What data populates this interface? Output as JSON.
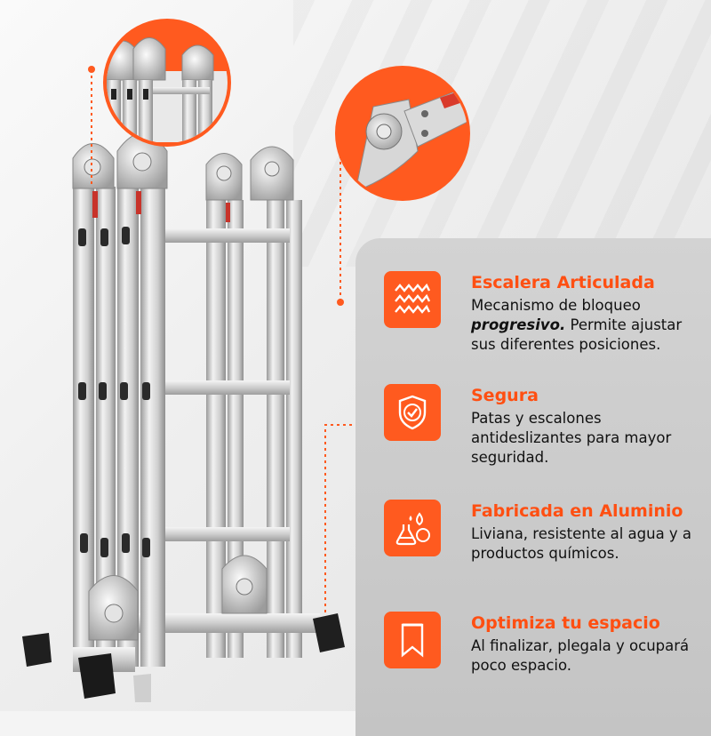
{
  "brand": {
    "accent": "#ff5a1f",
    "title_color": "#ff4f12",
    "panel": "#cccccc"
  },
  "features": [
    {
      "icon": "wave-spring-icon",
      "title": "Escalera Articulada",
      "desc_line1": "Mecanismo de bloqueo",
      "desc_emph": "progresivo.",
      "desc_rest": " Permite ajustar sus diferentes posiciones."
    },
    {
      "icon": "shield-check-icon",
      "title": "Segura",
      "desc": "Patas y escalones antideslizantes para mayor seguridad."
    },
    {
      "icon": "flask-drops-icon",
      "title": "Fabricada en Aluminio",
      "desc": "Liviana, resistente al agua y a productos químicos."
    },
    {
      "icon": "folded-ribbon-icon",
      "title": "Optimiza tu espacio",
      "desc": "Al finalizar, plegala y ocupará poco espacio."
    }
  ]
}
